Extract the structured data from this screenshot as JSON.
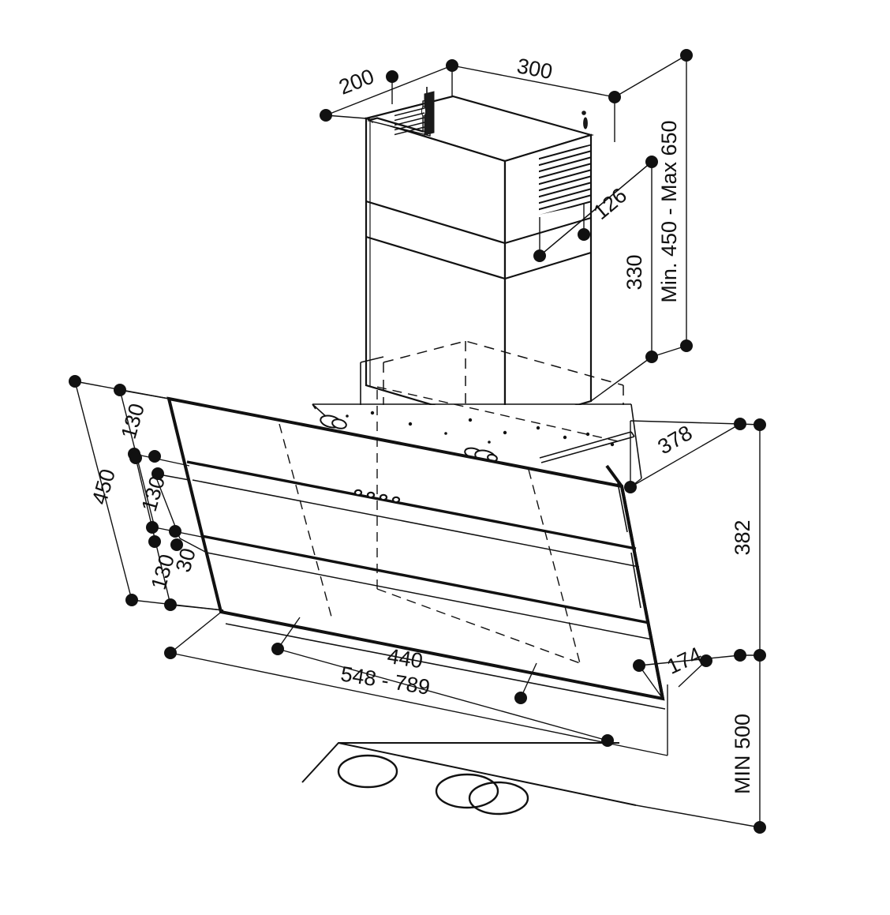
{
  "drawing": {
    "title": "Inclined glass wall-mounted range hood - installation dimensions",
    "type": "isometric-technical-dimension-drawing",
    "units": "mm",
    "line_color": "#111111",
    "background_color": "#ffffff",
    "marker_color": "#111111"
  },
  "dimensions": {
    "chimney_depth": "200",
    "chimney_width": "300",
    "chimney_vent_offset": "126",
    "chimney_lower_height": "330",
    "mounting_height_range": "Min. 450 - Max 650",
    "hood_depth": "378",
    "hood_body_height": "382",
    "hood_front_overhang": "174",
    "min_cooktop_clearance": "MIN 500",
    "filter_width": "440",
    "hood_width_range": "548 - 789",
    "left_total": "450",
    "left_seg_1": "130",
    "left_seg_2": "130",
    "left_seg_3": "30",
    "left_seg_4": "130"
  },
  "components": {
    "chimney_upper": "chimney-upper-section",
    "chimney_lower": "chimney-lower-section",
    "vent_grille": "louvered-vent-grille",
    "glass_panel": "inclined-glass-front-panel",
    "hood_body": "hood-body",
    "control_panel": "control-panel",
    "control_buttons_count": 4,
    "cooktop": "cooktop-outline",
    "burners_count": 3
  },
  "labels": {
    "chimney_depth_label": "200",
    "chimney_width_label": "300",
    "vent_offset_label": "126",
    "chimney_lower_label": "330",
    "mount_range_label": "Min. 450 - Max 650",
    "hood_depth_label": "378",
    "hood_height_label": "382",
    "overhang_label": "174",
    "min_clearance_label": "MIN 500",
    "filter_width_label": "440",
    "hood_width_label": "548 - 789",
    "left_total_label": "450",
    "left_seg1_label": "130",
    "left_seg2_label": "130",
    "left_seg3_label": "30",
    "left_seg4_label": "130"
  }
}
